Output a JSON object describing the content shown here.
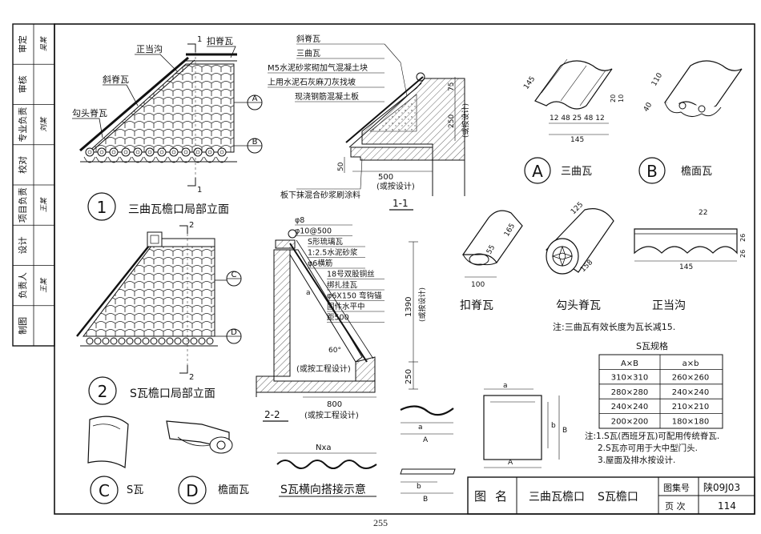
{
  "sidebar": [
    {
      "role": "审定",
      "sig": "吴某"
    },
    {
      "role": "审核",
      "sig": ""
    },
    {
      "role": "专业负责",
      "sig": "刘某"
    },
    {
      "role": "校对",
      "sig": ""
    },
    {
      "role": "项目负责",
      "sig": "王某"
    },
    {
      "role": "设计",
      "sig": ""
    },
    {
      "role": "负责人",
      "sig": "王某"
    },
    {
      "role": "制图",
      "sig": ""
    }
  ],
  "elev1": {
    "num": "1",
    "title": "三曲瓦檐口局部立面",
    "labels": {
      "zhengdanggou": "正当沟",
      "koujiwa": "扣脊瓦",
      "xiejiwa": "斜脊瓦",
      "goutoujiwa": "勾头脊瓦",
      "secA": "A",
      "secB": "B",
      "cut": "1"
    }
  },
  "elev2": {
    "num": "2",
    "title": "S瓦檐口局部立面",
    "labels": {
      "secC": "C",
      "secD": "D",
      "cut": "2"
    }
  },
  "sec11": {
    "title": "1-1",
    "notes": [
      "斜脊瓦",
      "三曲瓦",
      "M5水泥砂浆砌加气混凝土块",
      "上用水泥石灰麻刀灰找坡",
      "现浇钢筋混凝土板"
    ],
    "dims": {
      "d75": "75",
      "d250": "250",
      "d_design": "(或按设计)",
      "d50": "50",
      "d500": "500",
      "d500b": "(或按设计)"
    },
    "bottom": "板下抹混合砂浆刷涂料"
  },
  "sec22": {
    "title": "2-2",
    "notes": [
      "φ8",
      "φ10@500",
      "S形琉璃瓦",
      "1:2.5水泥砂浆",
      "φ6横筋",
      "18号双股铜丝",
      "绑扎挂瓦",
      "φ6X150 弯钩锚",
      "固件水平中",
      "距500"
    ],
    "dims": {
      "d1390": "1390",
      "d_design": "(或按设计)",
      "d250": "250",
      "d800": "800",
      "d_eng": "(或按工程设计)",
      "d_eng2": "(或按工程设计)",
      "angle": "60°",
      "a": "a"
    }
  },
  "tileA": {
    "circle": "A",
    "name": "三曲瓦",
    "dims": {
      "d145": "145",
      "d20": "20",
      "d10": "10",
      "bot": "12 48 25 48 12",
      "w": "145"
    }
  },
  "tileB": {
    "circle": "B",
    "name": "檐面瓦",
    "dims": {
      "d110": "110",
      "d40": "40"
    }
  },
  "koujiwa": {
    "name": "扣脊瓦",
    "dims": {
      "d55": "55",
      "d165": "165",
      "d100": "100"
    }
  },
  "goutou": {
    "name": "勾头脊瓦",
    "dims": {
      "d125": "125",
      "d158": "158"
    }
  },
  "zdg": {
    "name": "正当沟",
    "dims": {
      "d22": "22",
      "d26": "26",
      "d26b": "26",
      "d145": "145"
    }
  },
  "note1": "注:三曲瓦有效长度为瓦长减15.",
  "spec": {
    "title": "S瓦规格",
    "headers": [
      "A×B",
      "a×b"
    ],
    "rows": [
      [
        "310×310",
        "260×260"
      ],
      [
        "280×280",
        "240×240"
      ],
      [
        "240×240",
        "210×210"
      ],
      [
        "200×200",
        "180×180"
      ]
    ]
  },
  "notes2": [
    "注:1.S瓦(西班牙瓦)可配用传统脊瓦.",
    "2.S瓦亦可用于大中型门头.",
    "3.屋面及排水按设计."
  ],
  "tileC": {
    "circle": "C",
    "name": "S瓦"
  },
  "tileD": {
    "circle": "D",
    "name": "檐面瓦"
  },
  "overlap": {
    "title": "S瓦横向搭接示意",
    "label": "Nxa"
  },
  "sdims": {
    "a": "a",
    "A": "A",
    "b": "b",
    "B": "B",
    "a2": "a",
    "b2": "b",
    "A2": "A"
  },
  "titleblock": {
    "tu": "图",
    "ming": "名",
    "name1": "三曲瓦檐口",
    "name2": "S瓦檐口",
    "atlas_label": "图集号",
    "atlas": "陕09J03",
    "page_label": "页 次",
    "page": "114"
  },
  "page_number": "255"
}
